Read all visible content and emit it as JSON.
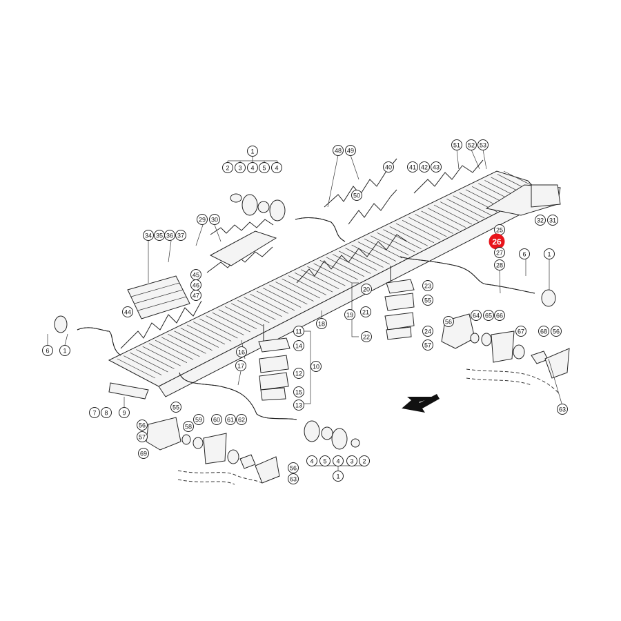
{
  "diagram": {
    "highlight_color": "#e8141b",
    "line_color": "#222222",
    "background": "#ffffff",
    "direction_arrow_icon": "direction-arrow-icon",
    "callouts": [
      {
        "label": "1",
        "highlight": false
      },
      {
        "label": "2",
        "highlight": false
      },
      {
        "label": "3",
        "highlight": false
      },
      {
        "label": "4",
        "highlight": false
      },
      {
        "label": "5",
        "highlight": false
      },
      {
        "label": "4",
        "highlight": false
      },
      {
        "label": "48",
        "highlight": false
      },
      {
        "label": "49",
        "highlight": false
      },
      {
        "label": "51",
        "highlight": false
      },
      {
        "label": "52",
        "highlight": false
      },
      {
        "label": "53",
        "highlight": false
      },
      {
        "label": "41",
        "highlight": false
      },
      {
        "label": "42",
        "highlight": false
      },
      {
        "label": "43",
        "highlight": false
      },
      {
        "label": "40",
        "highlight": false
      },
      {
        "label": "50",
        "highlight": false
      },
      {
        "label": "29",
        "highlight": false
      },
      {
        "label": "30",
        "highlight": false
      },
      {
        "label": "34",
        "highlight": false
      },
      {
        "label": "35",
        "highlight": false
      },
      {
        "label": "36",
        "highlight": false
      },
      {
        "label": "37",
        "highlight": false
      },
      {
        "label": "45",
        "highlight": false
      },
      {
        "label": "46",
        "highlight": false
      },
      {
        "label": "47",
        "highlight": false
      },
      {
        "label": "44",
        "highlight": false
      },
      {
        "label": "25",
        "highlight": false
      },
      {
        "label": "26",
        "highlight": true
      },
      {
        "label": "27",
        "highlight": false
      },
      {
        "label": "32",
        "highlight": false
      },
      {
        "label": "31",
        "highlight": false
      },
      {
        "label": "6",
        "highlight": false
      },
      {
        "label": "1",
        "highlight": false
      },
      {
        "label": "28",
        "highlight": false
      },
      {
        "label": "20",
        "highlight": false
      },
      {
        "label": "23",
        "highlight": false
      },
      {
        "label": "55",
        "highlight": false
      },
      {
        "label": "19",
        "highlight": false
      },
      {
        "label": "21",
        "highlight": false
      },
      {
        "label": "24",
        "highlight": false
      },
      {
        "label": "22",
        "highlight": false
      },
      {
        "label": "56",
        "highlight": false
      },
      {
        "label": "57",
        "highlight": false
      },
      {
        "label": "64",
        "highlight": false
      },
      {
        "label": "65",
        "highlight": false
      },
      {
        "label": "66",
        "highlight": false
      },
      {
        "label": "67",
        "highlight": false
      },
      {
        "label": "68",
        "highlight": false
      },
      {
        "label": "56",
        "highlight": false
      },
      {
        "label": "63",
        "highlight": false
      },
      {
        "label": "18",
        "highlight": false
      },
      {
        "label": "11",
        "highlight": false
      },
      {
        "label": "14",
        "highlight": false
      },
      {
        "label": "10",
        "highlight": false
      },
      {
        "label": "12",
        "highlight": false
      },
      {
        "label": "15",
        "highlight": false
      },
      {
        "label": "13",
        "highlight": false
      },
      {
        "label": "16",
        "highlight": false
      },
      {
        "label": "17",
        "highlight": false
      },
      {
        "label": "6",
        "highlight": false
      },
      {
        "label": "1",
        "highlight": false
      },
      {
        "label": "7",
        "highlight": false
      },
      {
        "label": "8",
        "highlight": false
      },
      {
        "label": "9",
        "highlight": false
      },
      {
        "label": "55",
        "highlight": false
      },
      {
        "label": "58",
        "highlight": false
      },
      {
        "label": "56",
        "highlight": false
      },
      {
        "label": "57",
        "highlight": false
      },
      {
        "label": "59",
        "highlight": false
      },
      {
        "label": "60",
        "highlight": false
      },
      {
        "label": "61",
        "highlight": false
      },
      {
        "label": "62",
        "highlight": false
      },
      {
        "label": "69",
        "highlight": false
      },
      {
        "label": "56",
        "highlight": false
      },
      {
        "label": "63",
        "highlight": false
      },
      {
        "label": "4",
        "highlight": false
      },
      {
        "label": "5",
        "highlight": false
      },
      {
        "label": "4",
        "highlight": false
      },
      {
        "label": "3",
        "highlight": false
      },
      {
        "label": "2",
        "highlight": false
      },
      {
        "label": "1",
        "highlight": false
      }
    ]
  }
}
